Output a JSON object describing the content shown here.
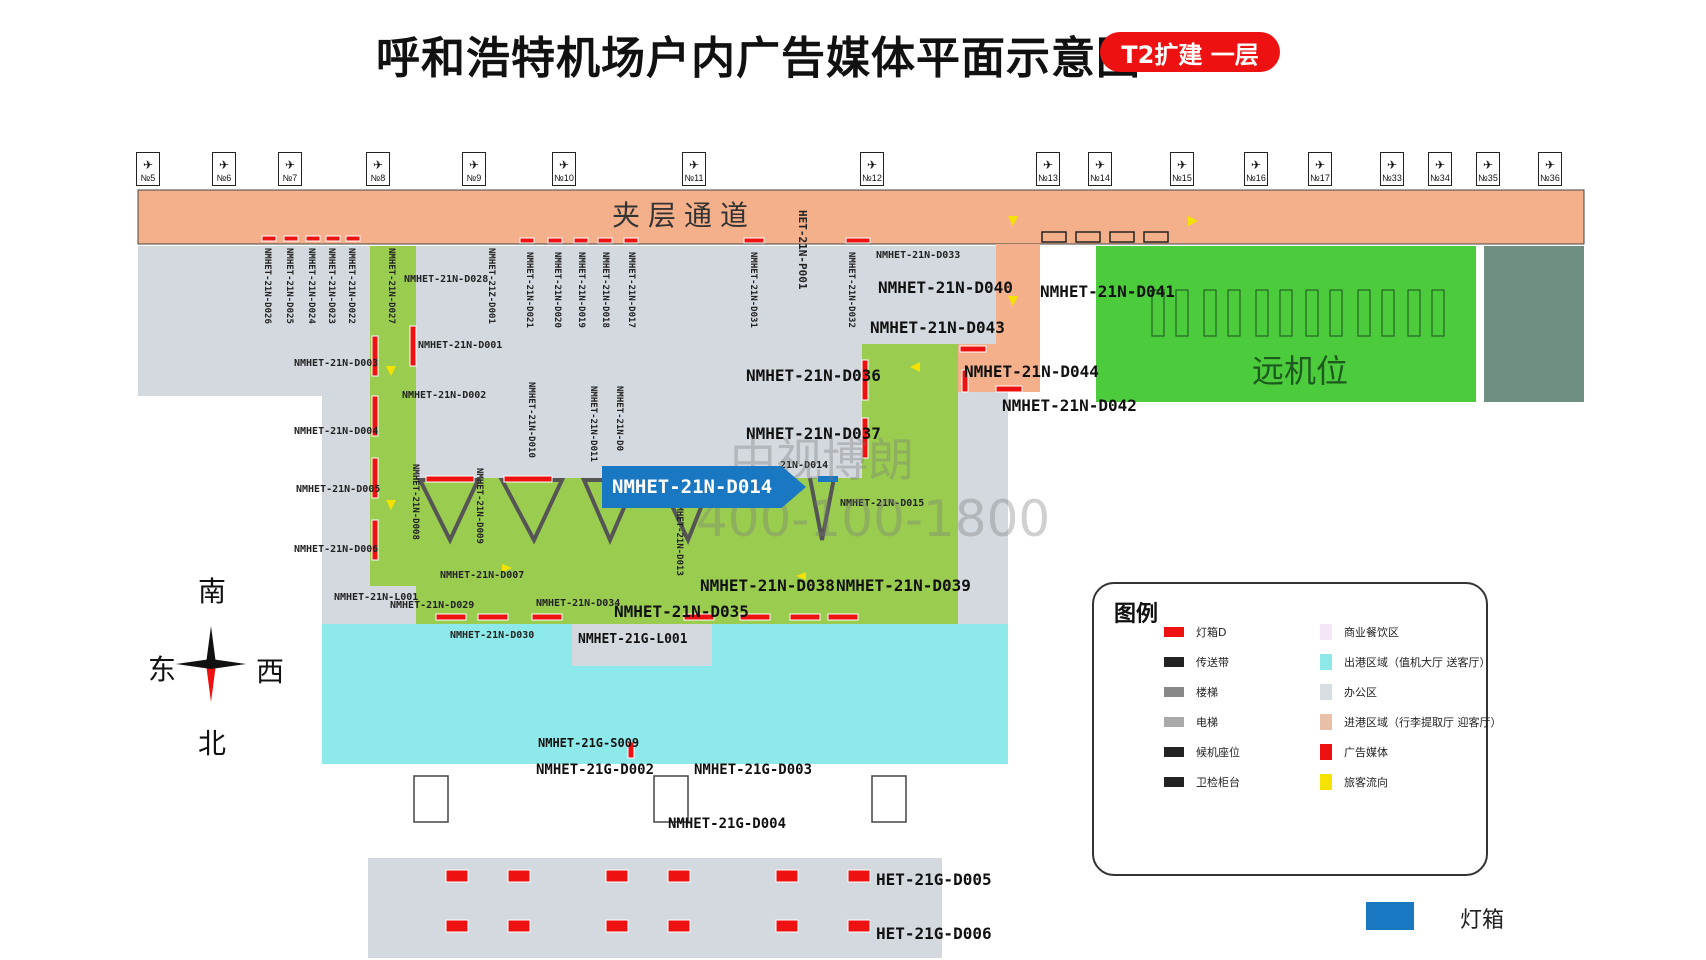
{
  "title": "呼和浩特机场户内广告媒体平面示意图",
  "badge": "T2扩建 一层",
  "gates": [
    "№5",
    "№6",
    "№7",
    "№8",
    "№9",
    "№10",
    "№11",
    "№12",
    "№13",
    "№14",
    "№15",
    "№16",
    "№17",
    "№33",
    "№34",
    "№35",
    "№36"
  ],
  "zones": {
    "mezzanine": "夹层通道",
    "remote_stands": "远机位"
  },
  "highlight": "NMHET-21N-D014",
  "watermark": {
    "line1": "中视博朗",
    "line2": "400-100-1800"
  },
  "compass": {
    "south": "南",
    "east": "东",
    "west": "西",
    "north": "北"
  },
  "labels_large": {
    "d040": "NMHET-21N-D040",
    "d041": "NMHET-21N-D041",
    "d043": "NMHET-21N-D043",
    "d044": "NMHET-21N-D044",
    "d042": "NMHET-21N-D042",
    "d036": "NMHET-21N-D036",
    "d037": "NMHET-21N-D037",
    "d038": "NMHET-21N-D038",
    "d039": "NMHET-21N-D039",
    "d035": "NMHET-21N-D035",
    "g_l001": "NMHET-21G-L001",
    "g_s009": "NMHET-21G-S009",
    "g_d002": "NMHET-21G-D002",
    "g_d003": "NMHET-21G-D003",
    "g_d004": "NMHET-21G-D004",
    "g_d005": "HET-21G-D005",
    "g_d006": "HET-21G-D006"
  },
  "labels_small": {
    "d028": "NMHET-21N-D028",
    "d001": "NMHET-21N-D001",
    "d002": "NMHET-21N-D002",
    "d003": "NMHET-21N-D003",
    "d004": "NMHET-21N-D004",
    "d005": "NMHET-21N-D005",
    "d006": "NMHET-21N-D006",
    "d007": "NMHET-21N-D007",
    "l001": "NMHET-21N-L001",
    "d029": "NMHET-21N-D029",
    "d030": "NMHET-21N-D030",
    "d034": "NMHET-21N-D034",
    "d015": "NMHET-21N-D015",
    "d014s": "21N-D014",
    "d033": "NMHET-21N-D033"
  },
  "labels_vertical": {
    "d026": "NMHET-21N-D026",
    "d025": "NMHET-21N-D025",
    "d024": "NMHET-21N-D024",
    "d023": "NMHET-21N-D023",
    "d022": "NMHET-21N-D022",
    "d027": "NMHET-21N-D027",
    "d001v": "NMHET-21Z-D001",
    "d021": "NMHET-21N-D021",
    "d020": "NMHET-21N-D020",
    "d019": "NMHET-21N-D019",
    "d018": "NMHET-21N-D018",
    "d017": "NMHET-21N-D017",
    "d031": "NMHET-21N-D031",
    "p001": "HET-21N-P001",
    "d032": "NMHET-21N-D032",
    "d010": "NMHET-21N-D010",
    "d011": "NMHET-21N-D011",
    "d012": "NMHET-21N-D0",
    "d008": "NMHET-21N-D008",
    "d009": "NMHET-21N-D009",
    "d013": "NMHET-21N-D013"
  },
  "legend": {
    "title": "图例",
    "items": [
      {
        "label": "灯箱D",
        "color": "#ee1111"
      },
      {
        "label": "传送带",
        "color": "#222222"
      },
      {
        "label": "楼梯",
        "color": "#888888"
      },
      {
        "label": "电梯",
        "color": "#aaaaaa"
      },
      {
        "label": "候机座位",
        "color": "#222222"
      },
      {
        "label": "卫检柜台",
        "color": "#222222"
      },
      {
        "label": "商业餐饮区",
        "color": "#f3e6f7"
      },
      {
        "label": "出港区域（值机大厅 送客厅）",
        "color": "#8ee8e8"
      },
      {
        "label": "办公区",
        "color": "#d8dde2"
      },
      {
        "label": "进港区域（行李提取厅 迎客厅）",
        "color": "#e8c0a8"
      },
      {
        "label": "广告媒体",
        "color": "#ee1111"
      },
      {
        "label": "旅客流向",
        "color": "#f5e200"
      }
    ]
  },
  "key_box": {
    "label": "灯箱",
    "color": "#1a78c2"
  },
  "colors": {
    "mezzanine": "#f4b08a",
    "office": "#d3d9df",
    "arrival_green": "#9acc50",
    "remote_green": "#4ccb3c",
    "departure_cyan": "#8eeaea",
    "ad_red": "#ee1111"
  }
}
